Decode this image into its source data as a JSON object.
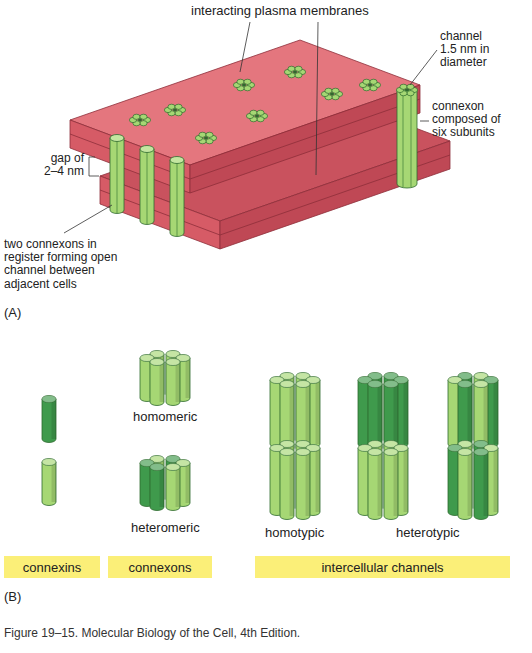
{
  "diagram": {
    "caption": "Figure 19–15. Molecular Biology of the Cell, 4th Edition.",
    "nodes": [
      {
        "text": [
          "connexins"
        ]
      },
      {
        "text": [
          "connexons"
        ]
      },
      {
        "text": [
          "intercellular channels"
        ]
      }
    ],
    "labels": [
      "interacting plasma membranes",
      "channel 1.5 nm in diameter",
      "gap of 2–4 nm",
      "connexon composed of six subunits",
      "two connexons in register forming open channel between adjacent cells",
      "(A)",
      "homomeric",
      "heteromeric",
      "homotypic",
      "heterotypic",
      "(B)"
    ]
  }
}
